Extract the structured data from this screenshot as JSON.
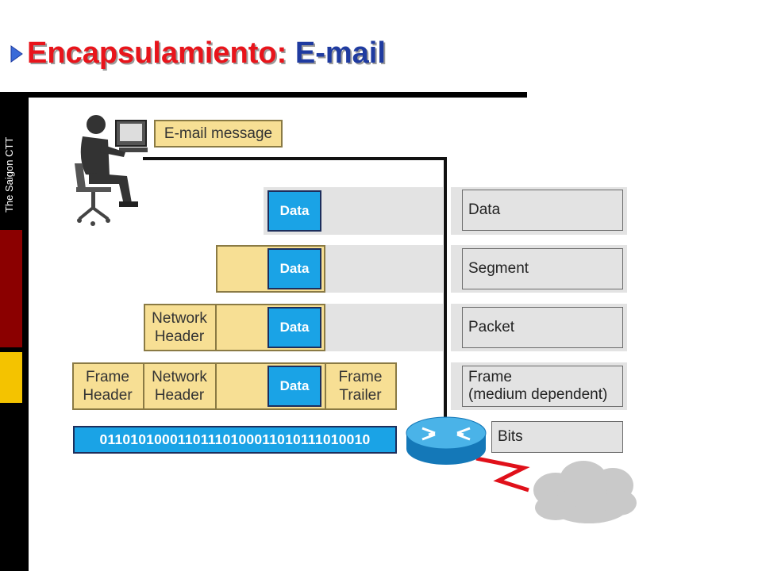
{
  "title": {
    "part1": "Encapsulamiento: ",
    "part2": "E-mail"
  },
  "sidebar": {
    "label": "The Saigon CTT"
  },
  "diagram": {
    "email_label": "E-mail message",
    "data_label": "Data",
    "network_header": "Network\nHeader",
    "frame_header": "Frame\nHeader",
    "frame_trailer": "Frame\nTrailer",
    "bits_value": "0110101000110111010001101011101001 0",
    "layers": {
      "data": "Data",
      "segment": "Segment",
      "packet": "Packet",
      "frame": "Frame\n(medium dependent)",
      "bits": "Bits"
    }
  },
  "colors": {
    "title_red": "#e8141b",
    "title_blue": "#1f3ba0",
    "data_blue": "#1aa3e6",
    "header_yellow": "#f7df94",
    "link_red": "#e0101a"
  }
}
